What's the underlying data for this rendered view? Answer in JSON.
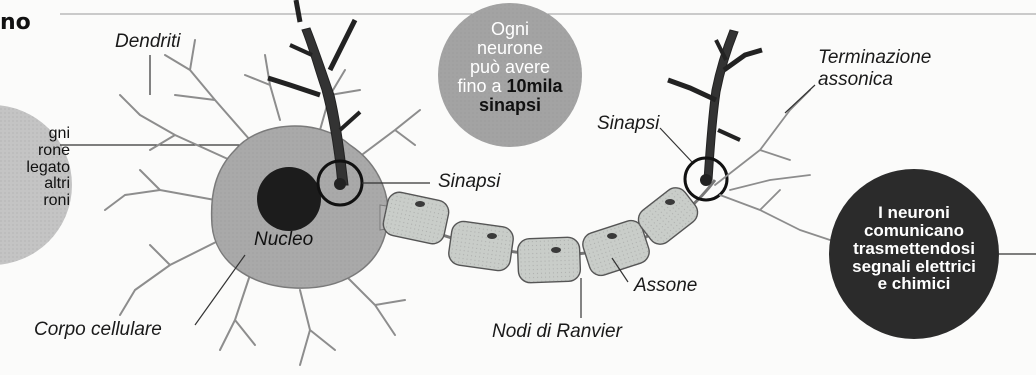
{
  "title_fragment": "no",
  "labels": {
    "dendrites": "Dendriti",
    "axon_terminal_1": "Terminazione",
    "axon_terminal_2": "assonica",
    "synapse_top": "Sinapsi",
    "synapse_mid": "Sinapsi",
    "nucleus": "Nucleo",
    "cell_body": "Corpo cellulare",
    "axon": "Assone",
    "ranvier_nodes": "Nodi di Ranvier"
  },
  "bubble_synapses": {
    "line1": "Ogni",
    "line2": "neurone",
    "line3": "può avere",
    "line4_prefix": "fino a ",
    "line4_bold": "10mila",
    "line5": "sinapsi"
  },
  "bubble_connected": {
    "line1": "gni",
    "line2": "rone",
    "line3": "legato",
    "line4": "altri",
    "line5": "roni"
  },
  "bubble_communicate": {
    "line1": "I neuroni",
    "line2": "comunicano",
    "line3": "trasmettendosi",
    "line4": "segnali elettrici",
    "line5": "e chimici"
  },
  "colors": {
    "cell": "#a9a9a9",
    "dark": "#2b2b2b",
    "axon_segment": "#c9cdc9",
    "gray_bubble": "#a3a3a3",
    "left_bubble": "#c4c4c4"
  }
}
